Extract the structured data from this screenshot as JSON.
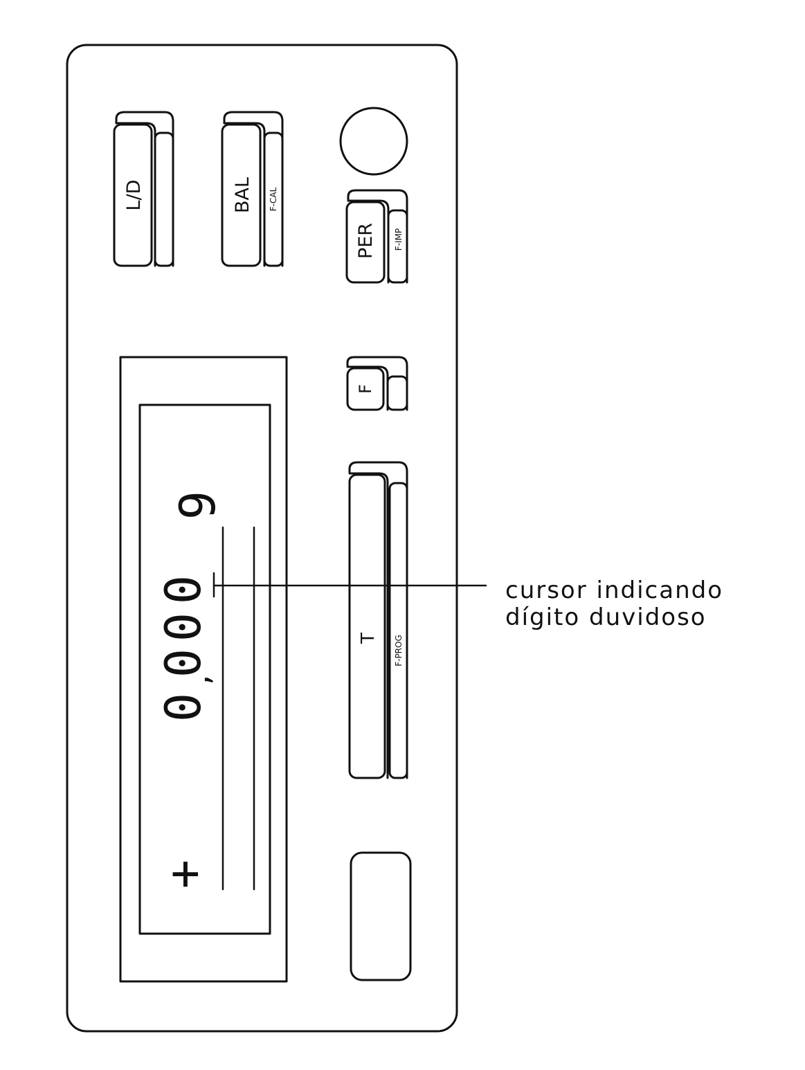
{
  "panel": {
    "keys": {
      "ld": "L/D",
      "bal": "BAL",
      "fcal": "F-CAL",
      "per": "PER",
      "fimp": "F-IMP",
      "f": "F",
      "t": "T",
      "fprog": "F-PROG"
    },
    "display": {
      "digits": [
        "0",
        "0",
        "0",
        "0"
      ],
      "decimal_separator": ",",
      "doubtful_digit": "9",
      "sign": "+"
    }
  },
  "annotation": {
    "line1": "cursor indicando",
    "line2": "dígito duvidoso"
  }
}
